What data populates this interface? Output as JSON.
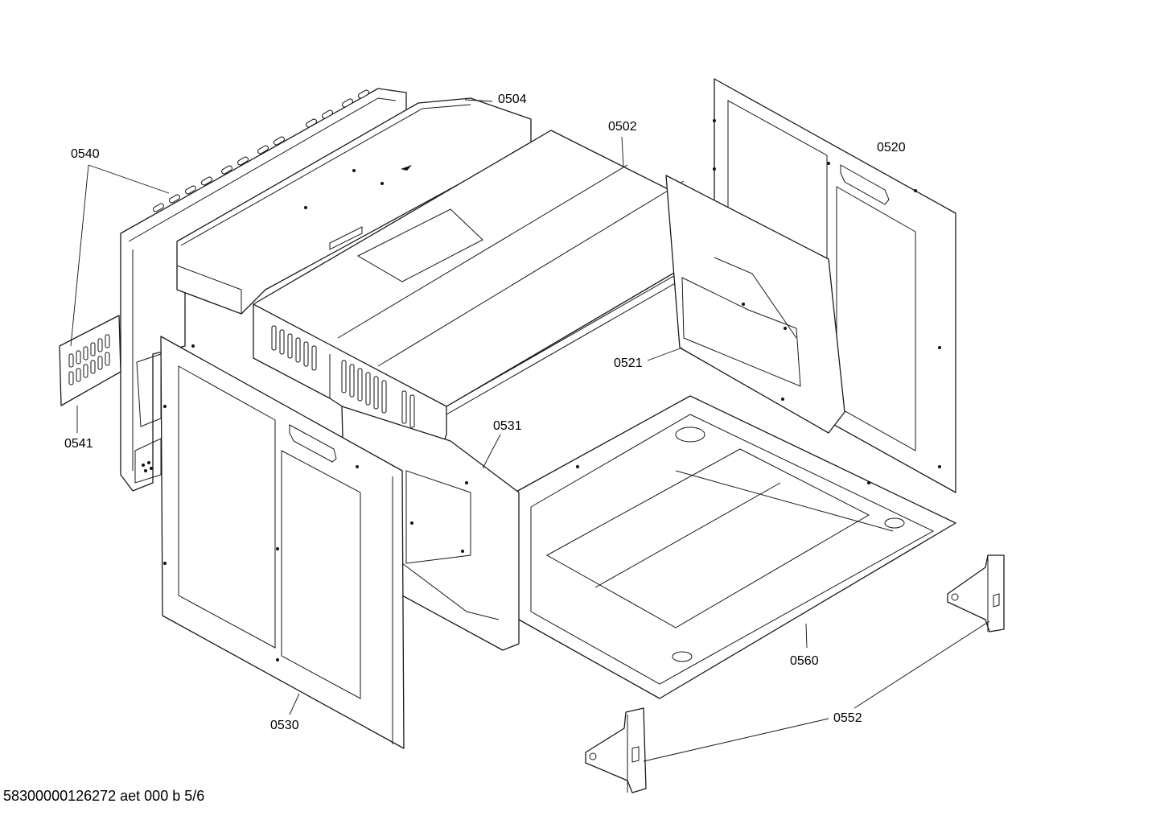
{
  "diagram": {
    "callouts": {
      "c0504": "0504",
      "c0502": "0502",
      "c0520": "0520",
      "c0540": "0540",
      "c0541": "0541",
      "c0521": "0521",
      "c0531": "0531",
      "c0560": "0560",
      "c0552": "0552",
      "c0530": "0530"
    }
  },
  "footer": {
    "document_ref": "58300000126272 aet 000 b 5/6"
  }
}
